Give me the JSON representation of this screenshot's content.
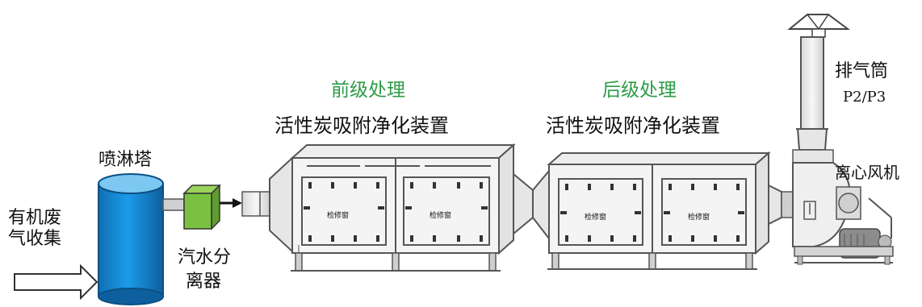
{
  "labels": {
    "intake": [
      "有机废",
      "气收集"
    ],
    "spray_tower": "喷淋塔",
    "separator": [
      "汽水分",
      "离器"
    ],
    "front_stage": {
      "title": "前级处理",
      "subtitle": "活性炭吸附净化装置"
    },
    "rear_stage": {
      "title": "后级处理",
      "subtitle": "活性炭吸附净化装置"
    },
    "exhaust": {
      "name": "排气筒",
      "code": "P2/P3"
    },
    "fan": "离心风机",
    "door": "检修窗"
  },
  "colors": {
    "tower_fill": "#1b8fd9",
    "tower_top": "#7cc8f2",
    "separator_fill": "#7ac142",
    "stage_title": "#2e9b47",
    "equipment_line": "#555555",
    "equipment_fill": "#f4f4f4"
  }
}
